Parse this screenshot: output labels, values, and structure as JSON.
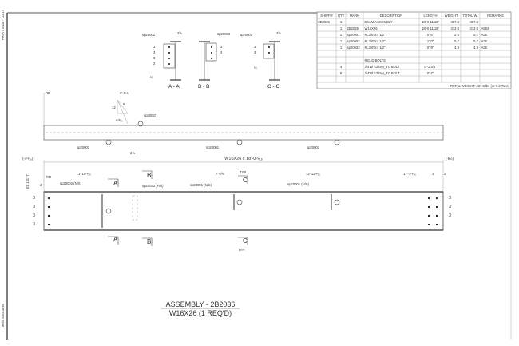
{
  "margin_text": {
    "top": "PRINT SIZE - 11x17",
    "bottom": "Tekla Structures"
  },
  "table": {
    "headers": [
      "SHIPP.#",
      "QTY",
      "MARK",
      "DESCRIPTION",
      "LENGTH",
      "WEIGHT",
      "TOTAL W.",
      "REMARKS"
    ],
    "rows": [
      [
        "2B2036",
        "1",
        "",
        "BEAM ASSEMBLY",
        "18'-0 11/16\"",
        "487.8",
        "487.8",
        ""
      ],
      [
        "",
        "1",
        "2B2036",
        "W16X26",
        "18'-0 11/16\"",
        "472.0",
        "472.0",
        "A992"
      ],
      [
        "",
        "2",
        "sp20001",
        "PL3/8\"X4 1/2\"",
        "0'-6\"",
        "2.9",
        "5.7",
        "A36"
      ],
      [
        "",
        "1",
        "sp20002",
        "PL3/8\"X4 1/2\"",
        "1'-0\"",
        "5.7",
        "5.7",
        "A36"
      ],
      [
        "",
        "1",
        "sp20033",
        "PL3/8\"X4 1/2\"",
        "0'-9\"",
        "4.3",
        "4.3",
        "A36"
      ],
      [
        "",
        "",
        "",
        "",
        "",
        "",
        "",
        ""
      ],
      [
        "",
        "",
        "",
        "FIELD BOLTS",
        "",
        "",
        "",
        ""
      ],
      [
        "",
        "4",
        "",
        "3/4\"Ø A325N_TC BOLT",
        "0'-1 3/4\"",
        "",
        "",
        ""
      ],
      [
        "",
        "8",
        "",
        "3/4\"Ø A325N_TC BOLT",
        "0'-2\"",
        "",
        "",
        ""
      ],
      [
        "",
        "",
        "",
        "",
        "",
        "",
        "",
        ""
      ]
    ],
    "total": "TOTAL WEIGHT: 487.8 lbs (or 0.2 Tons)"
  },
  "sections": [
    {
      "title": "A - A",
      "mark": "sp20002",
      "dim": "2⅝",
      "spacing": "3",
      "weld": "¼"
    },
    {
      "title": "B - B",
      "mark": "sp20033",
      "spacing": "3"
    },
    {
      "title": "C - C",
      "mark": "sp20001",
      "dim": "2⅝",
      "spacing": "3",
      "weld": "¼"
    }
  ],
  "plan": {
    "rd": "RD",
    "dim_top": "3'-0⅛",
    "slope_rise": "12",
    "slope_run": "5",
    "dim_offset": "6¹³⁄₁₆",
    "mark_sp20033": "sp20033",
    "mark_sp20002": "sp20002",
    "mark_sp20001a": "sp20001",
    "mark_sp20001b": "sp20001",
    "dim_small": "2⅞"
  },
  "elevation": {
    "left_offset": "(-4¹³⁄₁₆)",
    "right_offset": "(-5½)",
    "overall": "W16X26 x 18'-0¹¹⁄₁₆",
    "el": "EL 131'-7",
    "rd": "RD",
    "two": "2",
    "dims": [
      "1'-10¹³⁄₁₆",
      "7'-5⅝",
      "12'-11¹¹⁄₁₆",
      "17'-7¹¹⁄₁₆",
      "3",
      "2"
    ],
    "labels": [
      "sp20002 (N/S)",
      "sp20033 (F/S)",
      "sp20001 (N/S)",
      "sp20001 (N/S)"
    ],
    "section_marks": [
      "A",
      "B",
      "C"
    ],
    "typ": "TYP.",
    "spacing": "3"
  },
  "title": {
    "line1": "ASSEMBLY - 2B2036",
    "line2": "W16X26 (1 REQ'D)"
  }
}
